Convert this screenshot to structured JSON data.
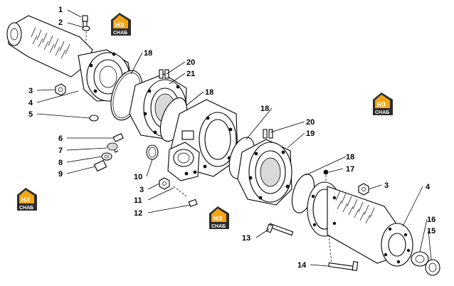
{
  "labels": {
    "l1": "1",
    "l2": "2",
    "l3a": "3",
    "l4a": "4",
    "l5": "5",
    "l6": "6",
    "l7": "7",
    "l8": "8",
    "l9": "9",
    "l10": "10",
    "l3b": "3",
    "l11": "11",
    "l12": "12",
    "l13": "13",
    "l14": "14",
    "l18a": "18",
    "l20a": "20",
    "l21": "21",
    "l18b": "18",
    "l18c": "18",
    "l20b": "20",
    "l19": "19",
    "l18d": "18",
    "l17": "17",
    "l3c": "3",
    "l4b": "4",
    "l16": "16",
    "l15": "15"
  },
  "logo": {
    "text": "СНАБ",
    "initials": "НЗ",
    "accent": "#f2a516",
    "dark": "#2b2b2b"
  }
}
